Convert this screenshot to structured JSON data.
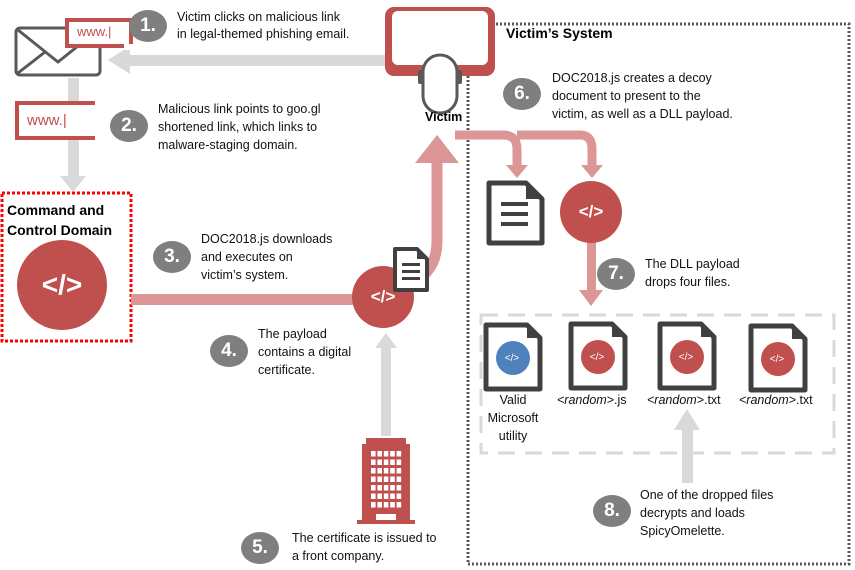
{
  "colors": {
    "accent_red": "#c0504d",
    "arrow_pink": "#dd9696",
    "arrow_gray": "#d9d9d9",
    "icon_dark": "#404040",
    "step_gray": "#7f7f7f",
    "utility_blue": "#4f81bd",
    "c2_border": "#ff0000"
  },
  "email": {
    "url_text_1": "www.|",
    "url_text_2": "www.|"
  },
  "victim": {
    "label": "Victim"
  },
  "victim_system": {
    "title": "Victim’s System"
  },
  "c2": {
    "title_line1": "Command and",
    "title_line2": "Control Domain",
    "code_symbol": "</>"
  },
  "payload": {
    "code_symbol": "</>"
  },
  "dll": {
    "code_symbol": "</>"
  },
  "steps": [
    {
      "number": "1.",
      "lines": [
        "Victim clicks on malicious link",
        "in legal-themed phishing email."
      ]
    },
    {
      "number": "2.",
      "lines": [
        "Malicious link points to goo.gl",
        "shortened link, which links to",
        "malware-staging domain."
      ]
    },
    {
      "number": "3.",
      "lines": [
        "DOC2018.js downloads",
        "and executes on",
        "victim’s system."
      ]
    },
    {
      "number": "4.",
      "lines": [
        "The payload",
        "contains a digital",
        "certificate."
      ]
    },
    {
      "number": "5.",
      "lines": [
        "The certificate is issued to",
        "a front company."
      ]
    },
    {
      "number": "6.",
      "lines": [
        "DOC2018.js creates a decoy",
        "document to present to the",
        "victim, as well as a DLL payload."
      ]
    },
    {
      "number": "7.",
      "lines": [
        "The DLL payload",
        "drops four files."
      ]
    },
    {
      "number": "8.",
      "lines": [
        "One of the dropped files",
        "decrypts and loads",
        "SpicyOmelette."
      ]
    }
  ],
  "dropped_files": [
    {
      "name_line1": "Valid",
      "name_line2": "Microsoft",
      "name_line3": "utility",
      "icon_color": "blue",
      "code_symbol": "</>"
    },
    {
      "name_italic": "<random>",
      "name_ext": ".js",
      "icon_color": "red",
      "code_symbol": "</>"
    },
    {
      "name_italic": "<random>",
      "name_ext": ".txt",
      "icon_color": "red",
      "code_symbol": "</>"
    },
    {
      "name_italic": "<random>",
      "name_ext": ".txt",
      "icon_color": "red",
      "code_symbol": "</>"
    }
  ]
}
